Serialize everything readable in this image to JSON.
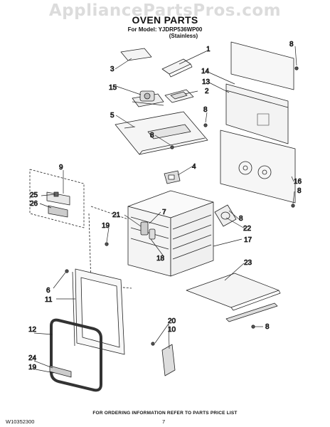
{
  "watermark": "AppliancePartsPros.com",
  "header": {
    "title": "OVEN PARTS",
    "model_line": "For Model: YJDRP536WP00",
    "finish_line": "(Stainless)"
  },
  "callouts": [
    "1",
    "2",
    "3",
    "4",
    "5",
    "6",
    "7",
    "8",
    "8",
    "8",
    "8",
    "8",
    "8",
    "9",
    "10",
    "11",
    "12",
    "13",
    "14",
    "15",
    "16",
    "17",
    "18",
    "19",
    "19",
    "20",
    "21",
    "22",
    "23",
    "24",
    "25",
    "26"
  ],
  "footer": {
    "ordering_note": "FOR ORDERING INFORMATION REFER TO PARTS PRICE LIST",
    "document_id": "W10352300",
    "page_number": "7"
  }
}
